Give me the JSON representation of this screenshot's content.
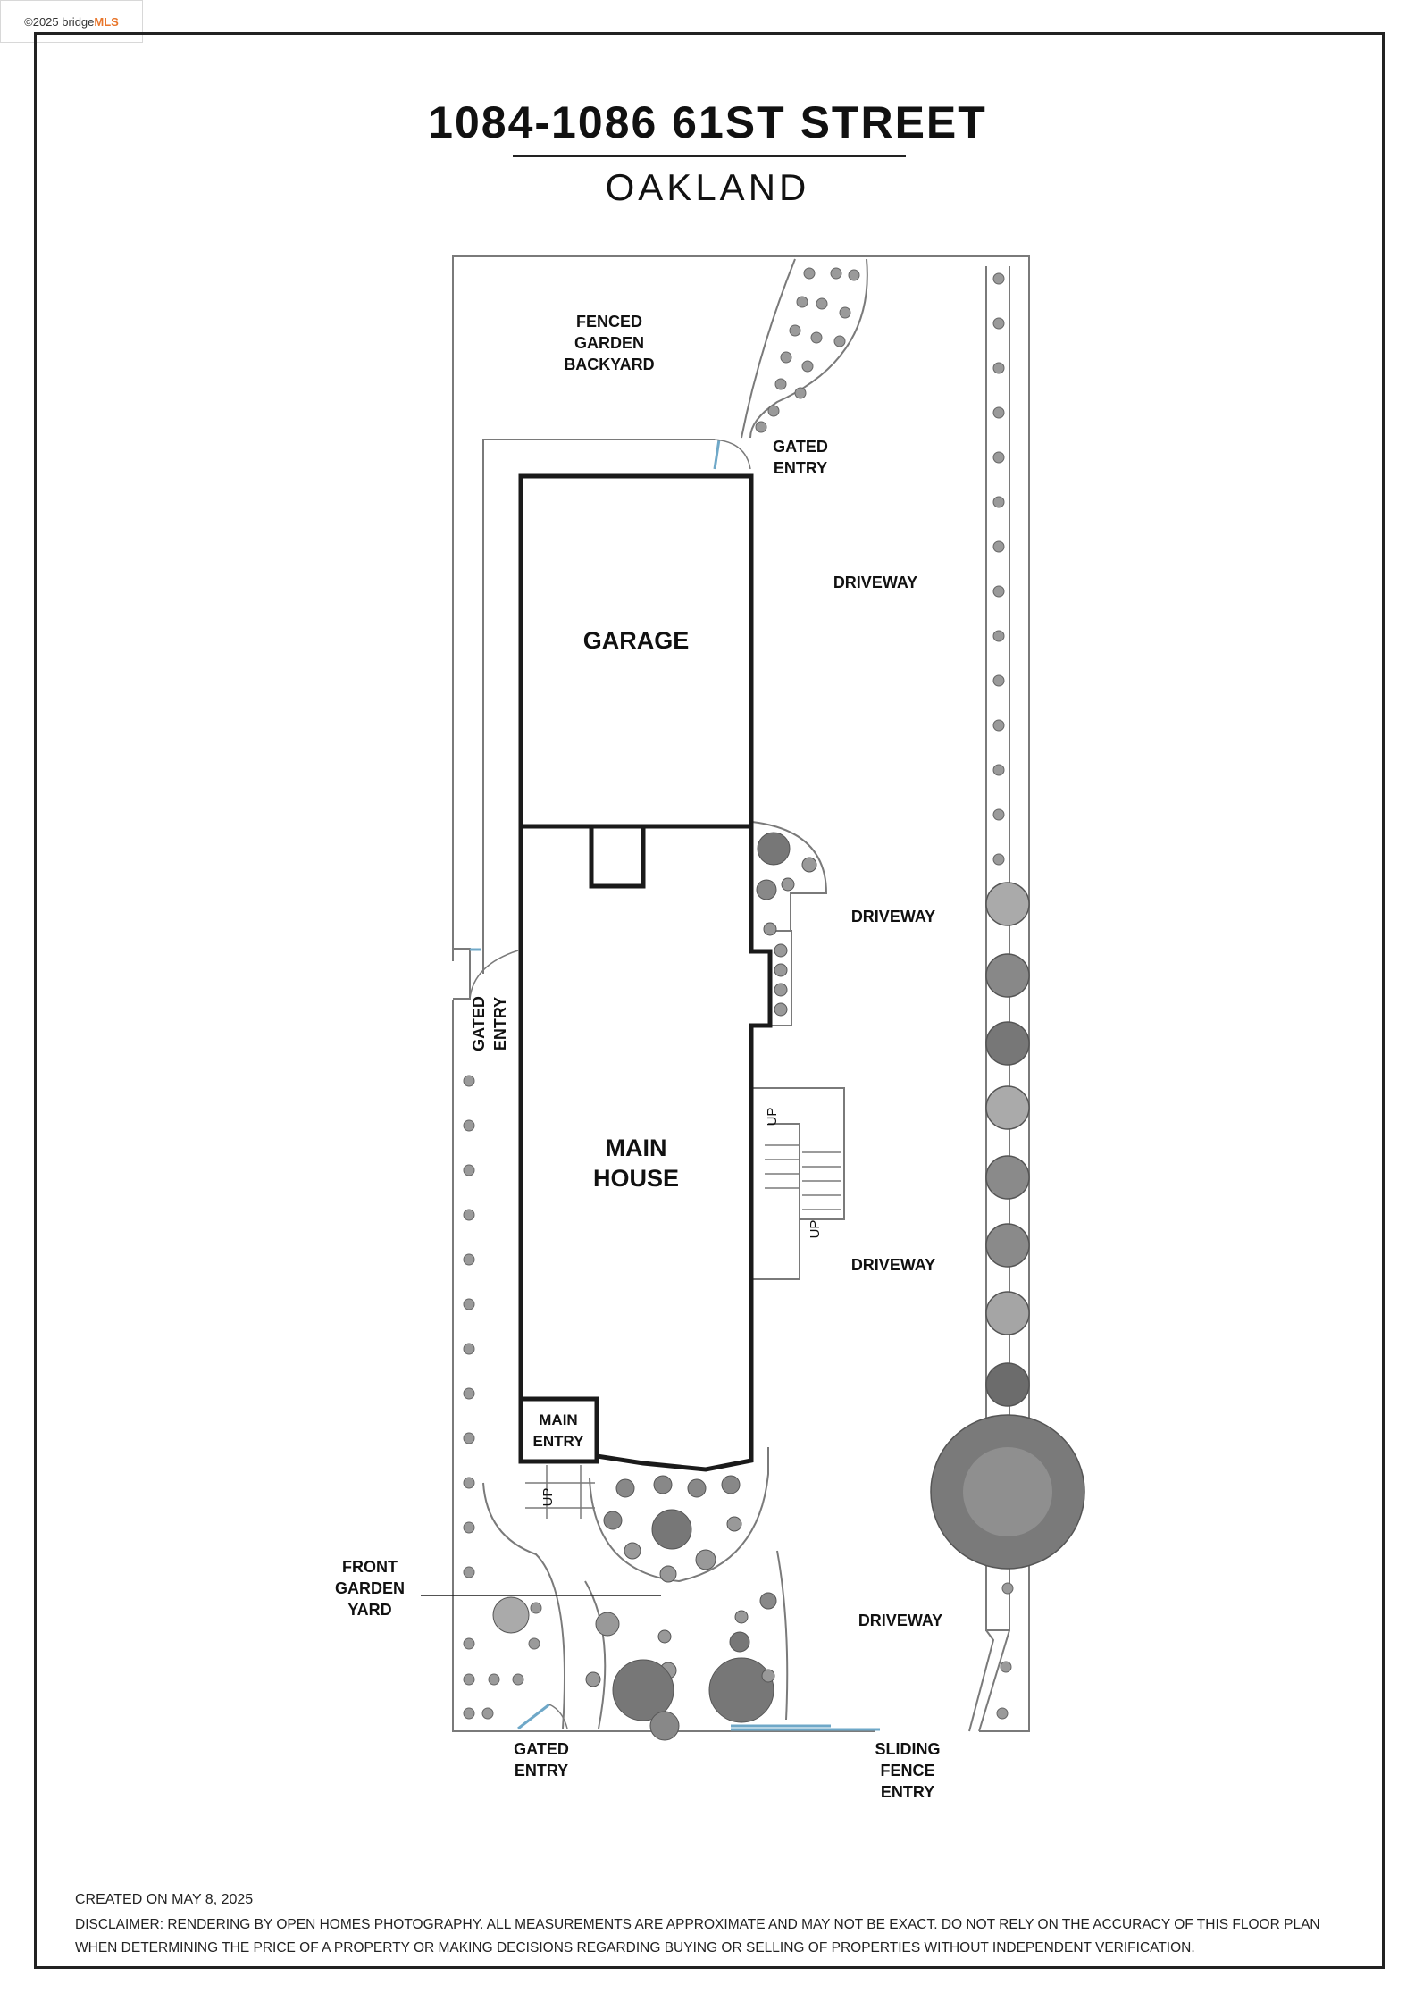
{
  "watermark": {
    "prefix": "©2025 bridge",
    "brand": "MLS"
  },
  "header": {
    "title": "1084-1086 61ST STREET",
    "city": "OAKLAND"
  },
  "labels": {
    "fenced_garden_backyard": "FENCED\nGARDEN\nBACKYARD",
    "gated_entry_top": "GATED\nENTRY",
    "driveway_1": "DRIVEWAY",
    "garage": "GARAGE",
    "driveway_2": "DRIVEWAY",
    "gated_entry_side": "GATED\nENTRY",
    "main_house": "MAIN\nHOUSE",
    "up_1": "UP",
    "up_2": "UP",
    "driveway_3": "DRIVEWAY",
    "main_entry": "MAIN\nENTRY",
    "up_3": "UP",
    "front_garden_yard": "FRONT\nGARDEN\nYARD",
    "driveway_4": "DRIVEWAY",
    "gated_entry_bottom": "GATED\nENTRY",
    "sliding_fence_entry": "SLIDING\nFENCE\nENTRY"
  },
  "footer": {
    "created": "CREATED ON MAY 8, 2025",
    "disclaimer_1": "DISCLAIMER: RENDERING BY OPEN HOMES PHOTOGRAPHY. ALL MEASUREMENTS ARE APPROXIMATE AND MAY NOT BE EXACT. DO NOT RELY ON THE ACCURACY OF THIS FLOOR PLAN",
    "disclaimer_2": "WHEN DETERMINING THE PRICE OF A PROPERTY OR MAKING DECISIONS REGARDING BUYING OR SELLING OF PROPERTIES WITHOUT INDEPENDENT VERIFICATION."
  },
  "colors": {
    "wall": "#1a1a1a",
    "outline": "#7a7a7a",
    "gate": "#6fa8c8",
    "plant_dark": "#555555",
    "plant_light": "#9a9a9a",
    "brand": "#e8762c"
  }
}
